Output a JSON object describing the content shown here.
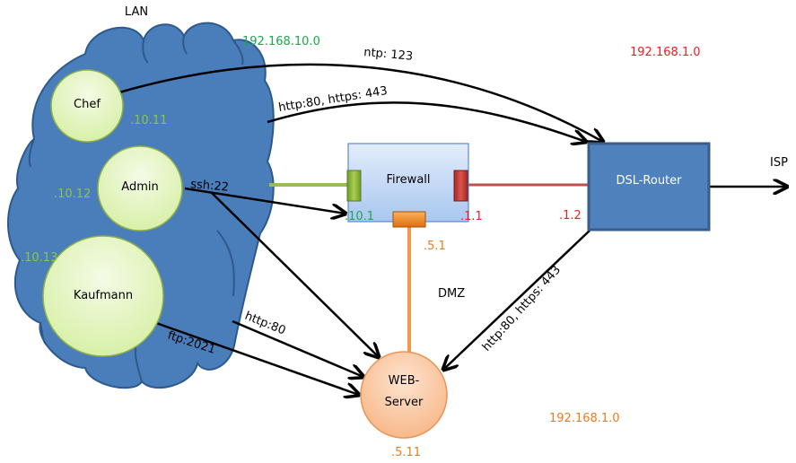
{
  "diagram": {
    "zones": {
      "lan": {
        "label": "LAN",
        "network": "192.168.10.0"
      },
      "wan": {
        "network": "192.168.1.0"
      },
      "dmz": {
        "label": "DMZ",
        "network": "192.168.1.0"
      },
      "isp": {
        "label": "ISP"
      }
    },
    "nodes": {
      "chef": {
        "label": "Chef",
        "ip": ".10.11"
      },
      "admin": {
        "label": "Admin",
        "ip": ".10.12"
      },
      "kaufmann": {
        "label": "Kaufmann",
        "ip": ".10.13"
      },
      "firewall": {
        "label": "Firewall",
        "ip_lan": ".10.1",
        "ip_wan": ".1.1",
        "ip_dmz": ".5.1"
      },
      "router": {
        "label": "DSL-Router",
        "ip": ".1.2"
      },
      "webserver": {
        "label_line1": "WEB-",
        "label_line2": "Server",
        "ip": ".5.11"
      }
    },
    "connections": [
      {
        "from": "chef",
        "to": "router",
        "label": "ntp: 123"
      },
      {
        "from": "lan",
        "to": "router",
        "label": "http:80, https: 443"
      },
      {
        "from": "admin",
        "to": "firewall",
        "label": "ssh:22"
      },
      {
        "from": "admin",
        "to": "webserver",
        "label": ""
      },
      {
        "from": "lan",
        "to": "webserver",
        "label": "http:80"
      },
      {
        "from": "kaufmann",
        "to": "webserver",
        "label": "ftp:2021"
      },
      {
        "from": "router",
        "to": "webserver",
        "label": "http:80, https: 443"
      },
      {
        "from": "router",
        "to": "isp",
        "label": ""
      }
    ],
    "colors": {
      "cloud": "#4a7ebb",
      "cloud_stroke": "#2c5a8c",
      "router": "#4f81bd",
      "lan_link": "#9bbb59",
      "wan_link": "#c0504d",
      "dmz_link": "#f79646"
    }
  }
}
